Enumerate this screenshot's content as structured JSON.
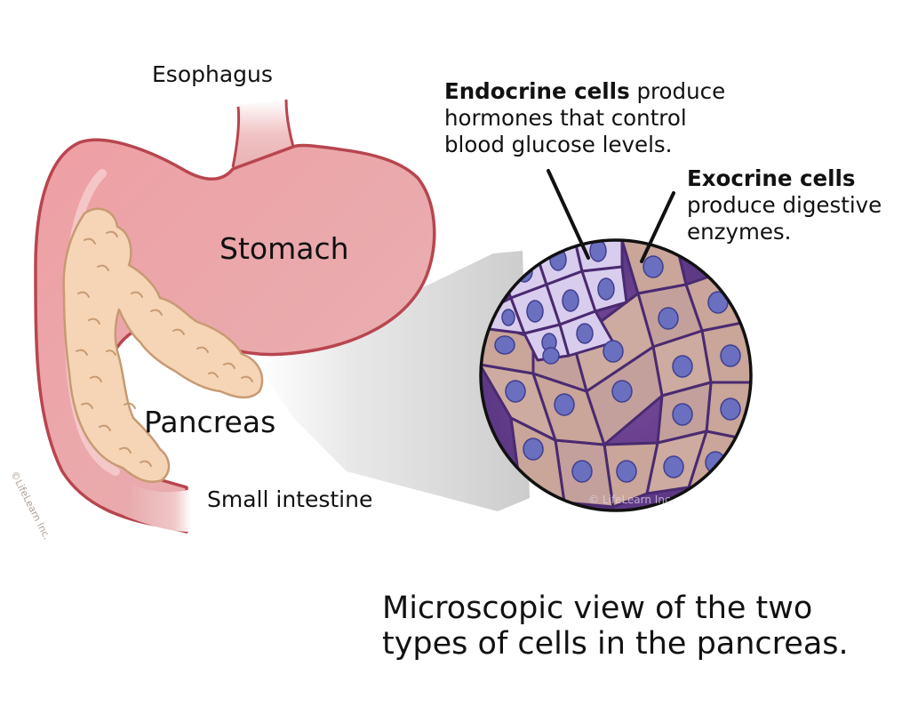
{
  "labels": {
    "esophagus": "Esophagus",
    "stomach": "Stomach",
    "pancreas": "Pancreas",
    "small_intestine": "Small intestine"
  },
  "callouts": {
    "endocrine": {
      "title": "Endocrine cells",
      "line1_rest": " produce",
      "line2": "hormones that control",
      "line3": "blood glucose levels."
    },
    "exocrine": {
      "title": "Exocrine cells",
      "line2": "produce digestive",
      "line3": "enzymes."
    }
  },
  "caption": {
    "line1": "Microscopic view of the two",
    "line2": "types of cells in the pancreas."
  },
  "watermarks": {
    "organ": "©LifeLearn Inc.",
    "micro": "© LifeLearn Inc."
  },
  "colors": {
    "stomach_fill": "#e7a9ab",
    "stomach_outline": "#b8454f",
    "pancreas_fill": "#f5d5b5",
    "pancreas_outline": "#c79a73",
    "endocrine_cell": "#d9cdee",
    "exocrine_cell": "#c9a59a",
    "nucleus": "#6b6fbf",
    "matrix": "#5d3b8c"
  }
}
